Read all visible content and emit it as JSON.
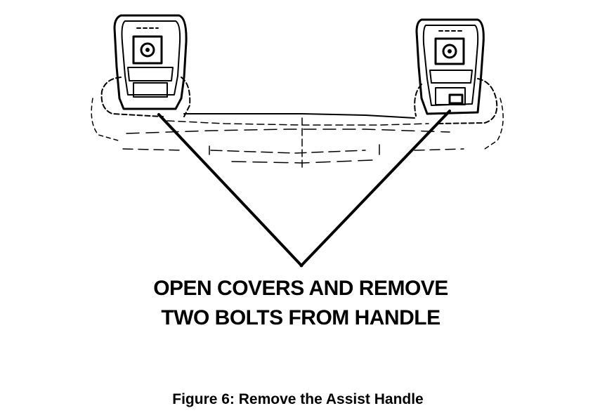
{
  "figure": {
    "callout": [
      "OPEN COVERS AND REMOVE",
      "TWO BOLTS FROM HANDLE"
    ],
    "caption": "Figure 6: Remove the Assist Handle"
  },
  "colors": {
    "ink": "#000000",
    "background": "#ffffff"
  }
}
